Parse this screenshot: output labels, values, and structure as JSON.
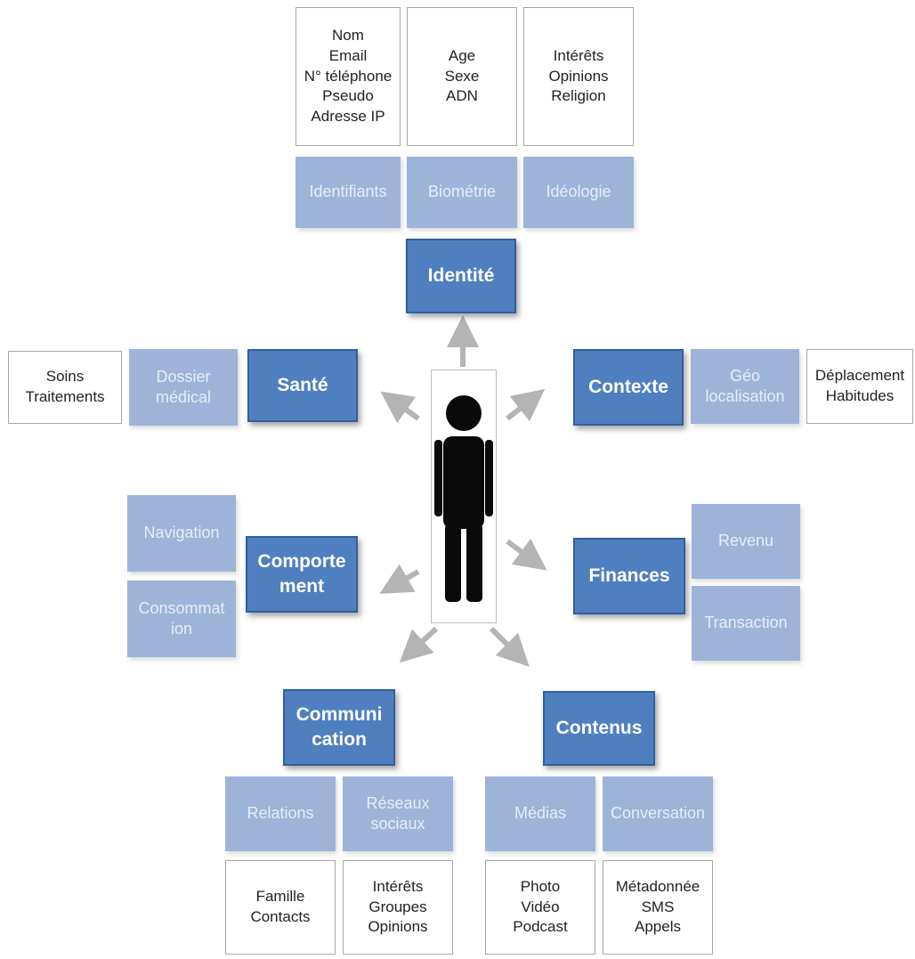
{
  "colors": {
    "main": "#4f7fbf",
    "sub": "#9db4d8",
    "leaf_border": "#a8a8a8",
    "arrow": "#b4b4b4",
    "title_fragment": "#e05a3c"
  },
  "center": {
    "icon": "person-silhouette-icon"
  },
  "categories": {
    "identite": {
      "label": "Identité",
      "subs": [
        "Identifiants",
        "Biométrie",
        "Idéologie"
      ],
      "leaves": [
        "Nom\nEmail\nN° téléphone\nPseudo\nAdresse IP",
        "Age\nSexe\nADN",
        "Intérêts\nOpinions\nReligion"
      ]
    },
    "sante": {
      "label": "Santé",
      "subs": [
        "Dossier\nmédical"
      ],
      "leaves": [
        "Soins\nTraitements"
      ]
    },
    "contexte": {
      "label": "Contexte",
      "subs": [
        "Géo\nlocalisation"
      ],
      "leaves": [
        "Déplacement\nHabitudes"
      ]
    },
    "comportement": {
      "label": "Comporte\nment",
      "subs": [
        "Navigation",
        "Consommat\nion"
      ]
    },
    "finances": {
      "label": "Finances",
      "subs": [
        "Revenu",
        "Transaction"
      ]
    },
    "communication": {
      "label": "Communi\ncation",
      "subs": [
        "Relations",
        "Réseaux\nsociaux"
      ],
      "leaves": [
        "Famille\nContacts",
        "Intérêts\nGroupes\nOpinions"
      ]
    },
    "contenus": {
      "label": "Contenus",
      "subs": [
        "Médias",
        "Conversation"
      ],
      "leaves": [
        "Photo\nVidéo\nPodcast",
        "Métadonnée\nSMS\nAppels"
      ]
    }
  }
}
